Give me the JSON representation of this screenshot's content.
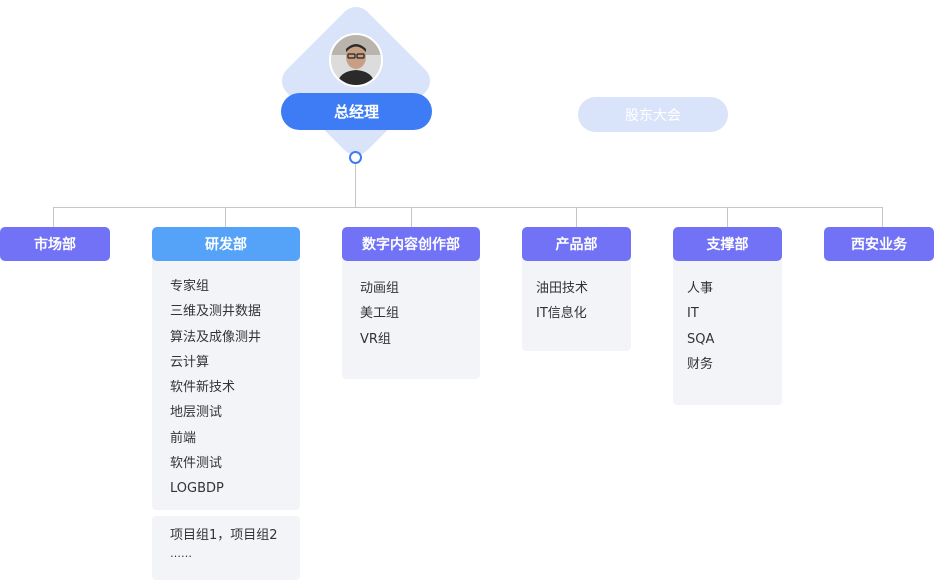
{
  "top": {
    "ceo_label": "总经理",
    "shareholders_label": "股东大会"
  },
  "departments": [
    {
      "name": "市场部",
      "items": []
    },
    {
      "name": "研发部",
      "items": [
        "专家组",
        "三维及测井数据",
        "算法及成像测井",
        "云计算",
        "软件新技术",
        "地层测试",
        "前端",
        "软件测试",
        "LOGBDP"
      ],
      "extra_items": [
        "项目组1，项目组2",
        "……"
      ]
    },
    {
      "name": "数字内容创作部",
      "items": [
        "动画组",
        "美工组",
        "VR组"
      ]
    },
    {
      "name": "产品部",
      "items": [
        "油田技术",
        "IT信息化"
      ]
    },
    {
      "name": "支撑部",
      "items": [
        "人事",
        "IT",
        "SQA",
        "财务"
      ]
    },
    {
      "name": "西安业务",
      "items": []
    }
  ],
  "colors": {
    "primary_blue": "#3d7cf4",
    "light_blue": "#d9e4fb",
    "dept_purple": "#7172f5",
    "dept_blue": "#55a2f9",
    "panel_bg": "#f3f4f8",
    "line": "#c6c6c6"
  }
}
